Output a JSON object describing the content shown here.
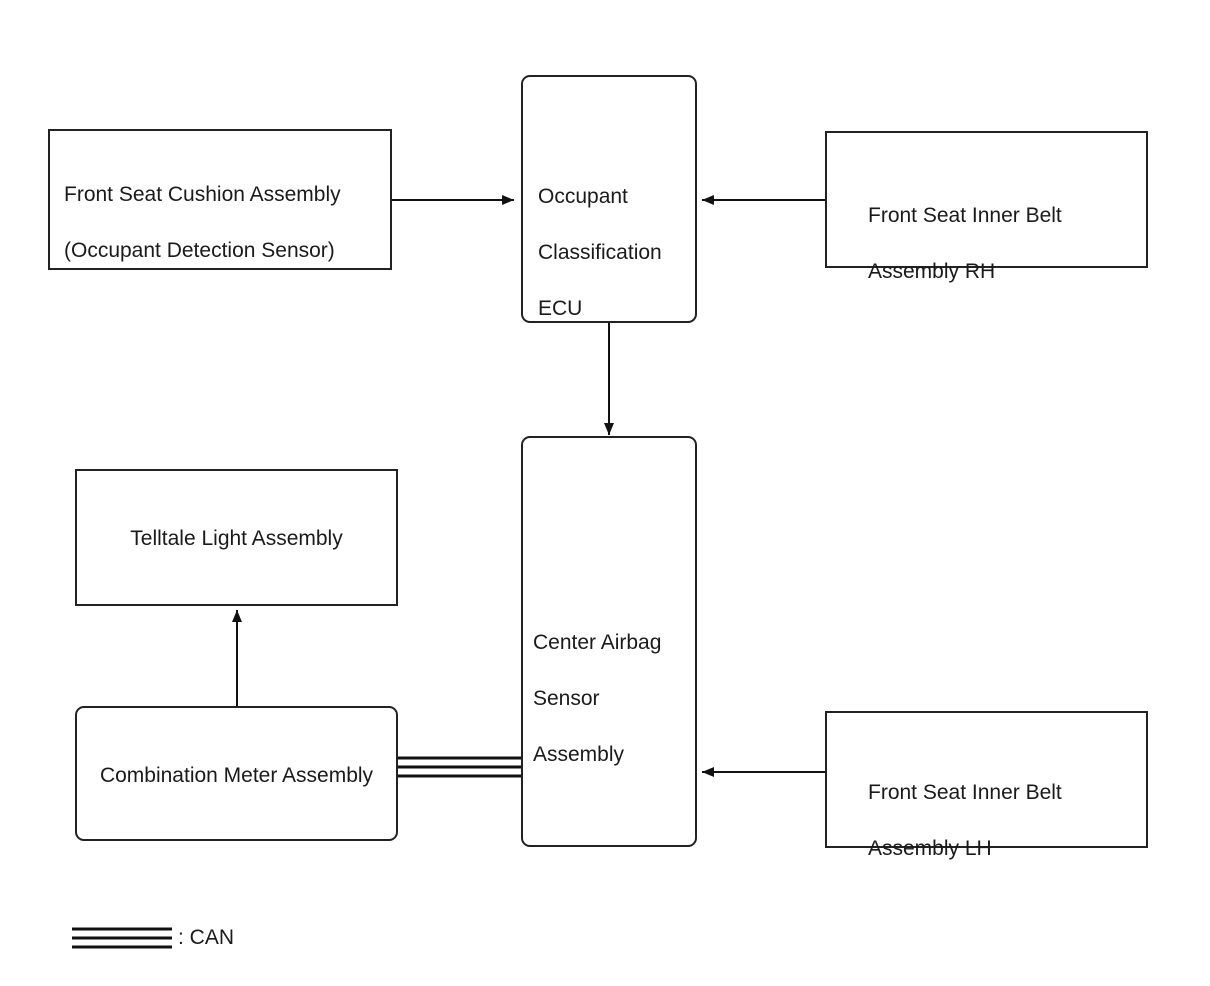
{
  "blocks": {
    "cushion": {
      "line1": "Front Seat Cushion Assembly",
      "line2": "(Occupant Detection Sensor)"
    },
    "ocu_ecu": {
      "line1": "Occupant",
      "line2": "Classification",
      "line3": "ECU"
    },
    "belt_rh": {
      "line1": "Front Seat Inner Belt",
      "line2": "Assembly RH"
    },
    "airbag_sensor": {
      "line1": "Center Airbag",
      "line2": "Sensor",
      "line3": "Assembly"
    },
    "telltale": {
      "label": "Telltale Light Assembly"
    },
    "combo_meter": {
      "label": "Combination Meter Assembly"
    },
    "belt_lh": {
      "line1": "Front Seat Inner Belt",
      "line2": "Assembly LH"
    }
  },
  "legend": {
    "can_label": ": CAN"
  },
  "colors": {
    "line": "#111111",
    "border": "#222222",
    "background": "#ffffff"
  }
}
